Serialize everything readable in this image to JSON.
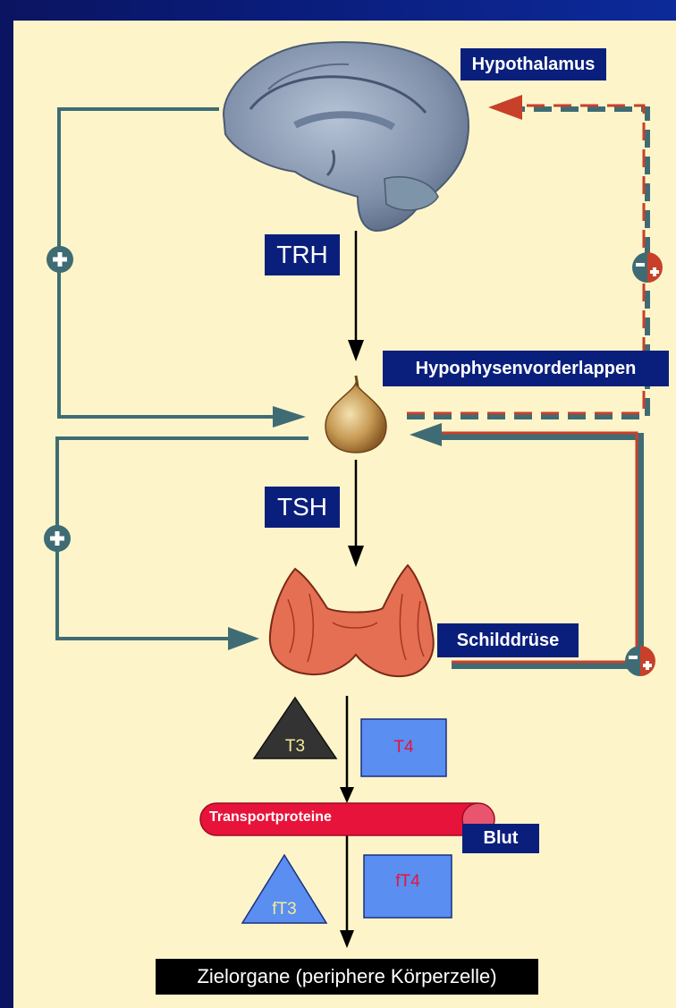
{
  "labels": {
    "hypothalamus": "Hypothalamus",
    "trh": "TRH",
    "hypophyse": "Hypophysenvorderlappen",
    "tsh": "TSH",
    "schilddruese": "Schilddrüse",
    "t3": "T3",
    "t4": "T4",
    "transport": "Transportproteine",
    "blut": "Blut",
    "ft3": "fT3",
    "ft4": "fT4",
    "zielorgane": "Zielorgane (periphere Körperzelle)"
  },
  "colors": {
    "background": "#0a1c7a",
    "panel": "#fdf5c9",
    "label_bg": "#0a1f7c",
    "teal": "#3f6c74",
    "red": "#c8402a",
    "transport": "#e8133a",
    "square_blue": "#5a8ef0",
    "triangle_dark": "#333333"
  },
  "icons": [
    "brain-icon",
    "pituitary-icon",
    "thyroid-icon",
    "plus-icon",
    "minus-plus-icon"
  ]
}
